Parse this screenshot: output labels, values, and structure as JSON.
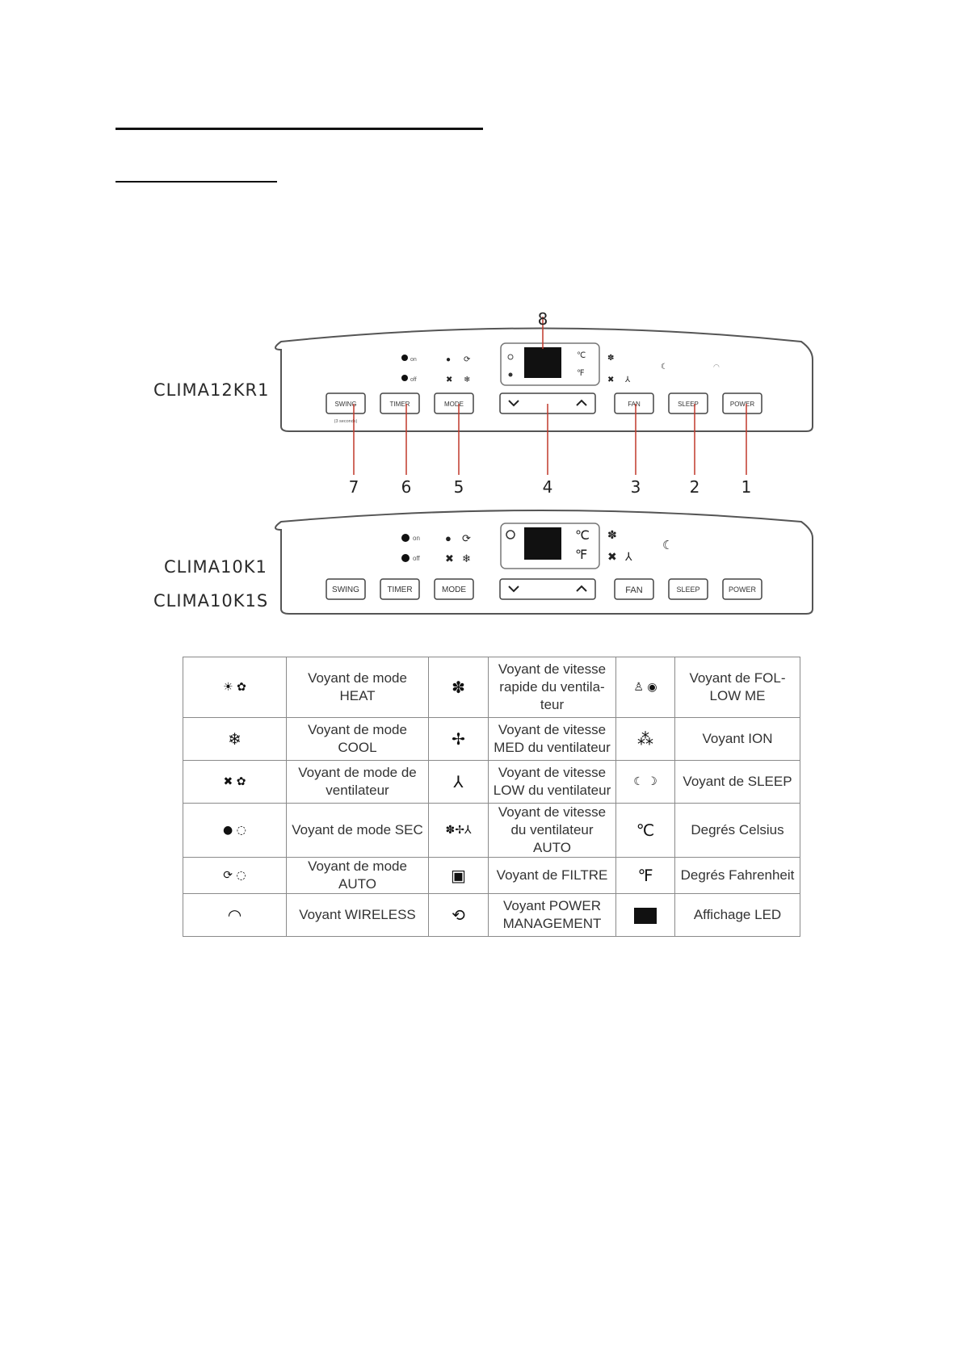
{
  "models": {
    "top": "CLIMA12KR1",
    "bottom": [
      "CLIMA10K1",
      "CLIMA10K1S"
    ]
  },
  "panel_top": {
    "buttons": [
      "SWING",
      "TIMER",
      "MODE",
      "FAN",
      "SLEEP",
      "POWER"
    ],
    "swing_note": "(3 seconds)",
    "callouts": [
      "8",
      "7",
      "6",
      "5",
      "4",
      "3",
      "2",
      "1"
    ],
    "indicator_on": "on",
    "indicator_off": "off",
    "unit_c": "℃",
    "unit_f": "℉"
  },
  "panel_bottom": {
    "buttons": [
      "SWING",
      "TIMER",
      "MODE",
      "FAN",
      "SLEEP",
      "POWER"
    ],
    "indicator_on": "on",
    "indicator_off": "off",
    "unit_c": "℃",
    "unit_f": "℉"
  },
  "legend": {
    "rows": [
      [
        {
          "icon": "heat-icon",
          "glyph": "☀ ✿"
        },
        "Voyant de mode HEAT",
        {
          "icon": "fan-high-icon",
          "glyph": "✽"
        },
        "Voyant de vitesse rapide du ventila- teur",
        {
          "icon": "follow-me-icon",
          "glyph": "♙ ◉"
        },
        "Voyant de FOL- LOW ME"
      ],
      [
        {
          "icon": "snowflake-icon",
          "glyph": "❄"
        },
        "Voyant de mode COOL",
        {
          "icon": "fan-med-icon",
          "glyph": "✢"
        },
        "Voyant de vitesse MED du ventilateur",
        {
          "icon": "ion-icon",
          "glyph": "⁂"
        },
        "Voyant ION"
      ],
      [
        {
          "icon": "fan-mode-icon",
          "glyph": "✖ ✿"
        },
        "Voyant de mode de ventilateur",
        {
          "icon": "fan-low-icon",
          "glyph": "⅄"
        },
        "Voyant de vitesse LOW du ventilateur",
        {
          "icon": "sleep-icon",
          "glyph": "☾ ☽"
        },
        "Voyant de SLEEP"
      ],
      [
        {
          "icon": "drop-icon",
          "glyph": "● ◌"
        },
        "Voyant de mode SEC",
        {
          "icon": "fan-auto-icon",
          "glyph": "✽✢⅄"
        },
        "Voyant de vitesse du ventilateur AUTO",
        {
          "icon": "celsius-icon",
          "glyph": "℃"
        },
        "Degrés Celsius"
      ],
      [
        {
          "icon": "auto-mode-icon",
          "glyph": "⟳ ◌"
        },
        "Voyant de mode AUTO",
        {
          "icon": "filter-icon",
          "glyph": "▣"
        },
        "Voyant de FILTRE",
        {
          "icon": "fahrenheit-icon",
          "glyph": "℉"
        },
        "Degrés Fahrenheit"
      ],
      [
        {
          "icon": "wifi-icon",
          "glyph": "◠"
        },
        "Voyant WIRELESS",
        {
          "icon": "power-management-icon",
          "glyph": "⟲"
        },
        "Voyant POWER MANAGEMENT",
        {
          "icon": "led-display-icon",
          "glyph": ""
        },
        "Affichage LED"
      ]
    ]
  }
}
